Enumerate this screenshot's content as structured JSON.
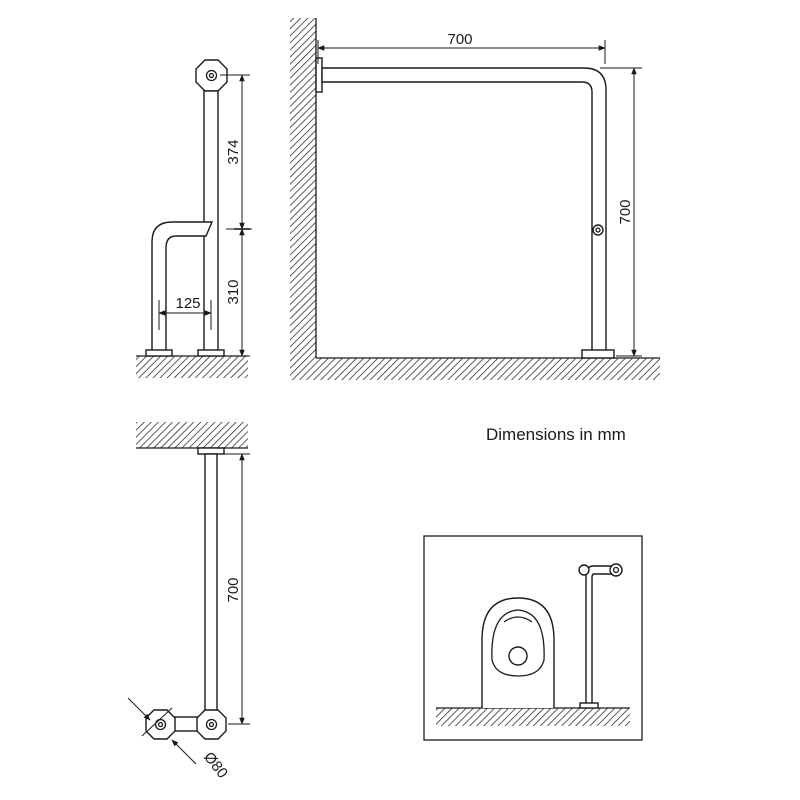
{
  "caption": "Dimensions in mm",
  "side_view": {
    "upper_height": "374",
    "lower_height": "310",
    "leg_spacing": "125"
  },
  "front_view": {
    "width": "700",
    "height": "700"
  },
  "top_view": {
    "length": "700",
    "flange_diameter": "Ø80"
  },
  "colors": {
    "line": "#1a1a1a",
    "hatch": "#333333",
    "background": "#ffffff"
  }
}
